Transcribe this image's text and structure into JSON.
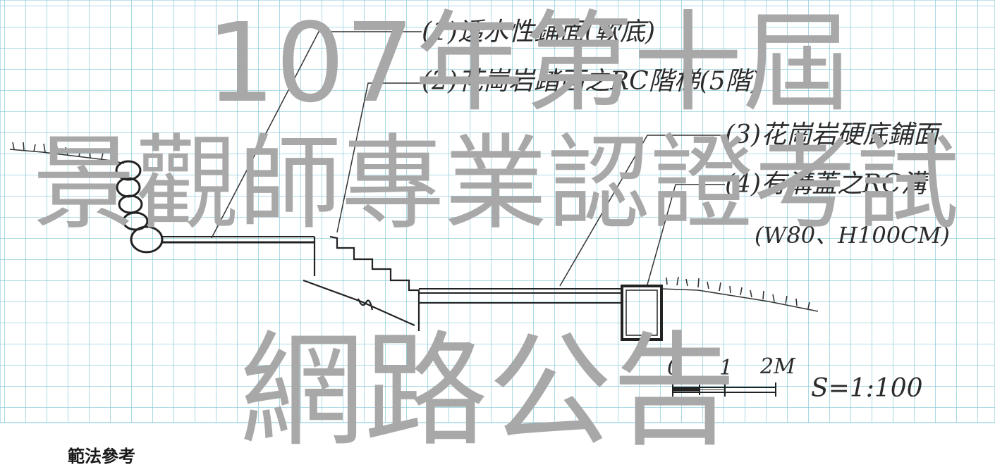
{
  "drawing": {
    "annotations": [
      "(1)透水性鋪面(軟底)",
      "(2)花崗岩踏面之RC階梯(5階)",
      "(3)花崗岩硬底鋪面",
      "(4)有溝蓋之RC溝",
      "(W80、H100CM)"
    ],
    "scale_bar": {
      "tick_0": "0",
      "tick_1": "1",
      "tick_2": "2M"
    },
    "scale_text": "S=1:100"
  },
  "watermark": {
    "line1": "107年第十屆",
    "line2": "景觀師專業認證考試",
    "line3": "網路公告"
  },
  "caption": "範法參考"
}
